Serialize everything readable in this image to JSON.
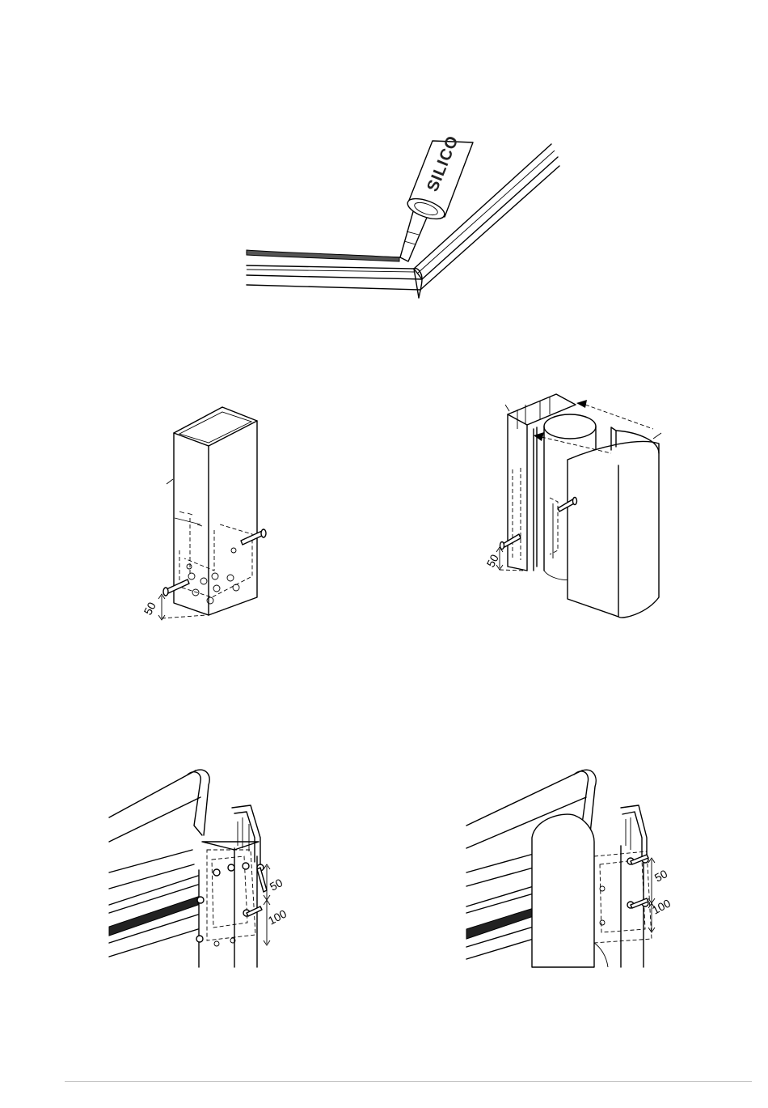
{
  "tube_label": "SILICO",
  "dimensions": {
    "fig2_height": "50",
    "fig3_height": "50",
    "fig4_top": "50",
    "fig4_spacing": "100",
    "fig5_top": "50",
    "fig5_spacing": "100"
  },
  "colors": {
    "line": "#000000",
    "footer_rule": "#bdbdbd"
  }
}
